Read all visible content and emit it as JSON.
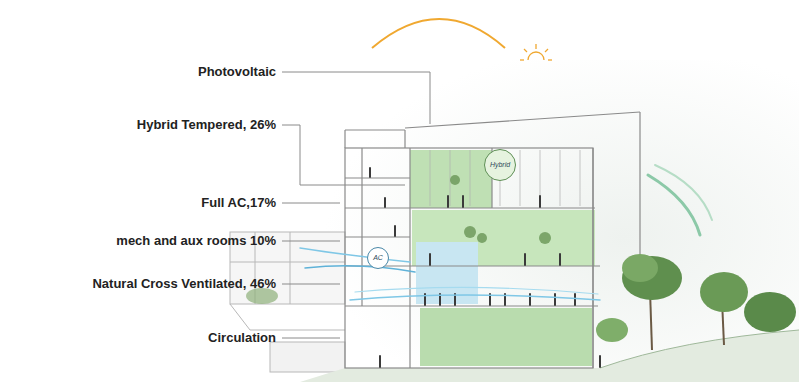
{
  "diagram": {
    "nodes": [
      {
        "text": [
          "Hybrid"
        ]
      },
      {
        "text": [
          "AC"
        ]
      }
    ],
    "labels": [
      "Photovoltaic",
      "Hybrid Tempered, 26%",
      "Full AC,17%",
      "mech and aux rooms 10%",
      "Natural Cross Ventilated, 46%",
      "Circulation"
    ]
  }
}
